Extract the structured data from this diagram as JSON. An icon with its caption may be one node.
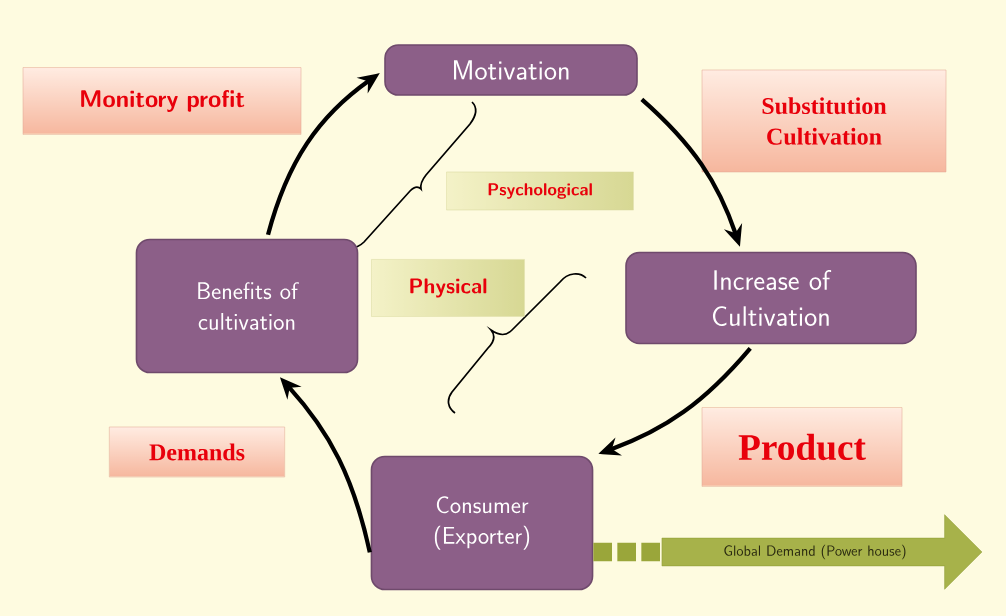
{
  "diagram": {
    "nodes": [
      {
        "text": [
          "Motivation"
        ]
      },
      {
        "text": [
          "Increase of Cultivation"
        ]
      },
      {
        "text": [
          "Consumer (Exporter)"
        ]
      },
      {
        "text": [
          "Benefits of cultivation"
        ]
      },
      {
        "text": [
          "Monitory profit"
        ]
      },
      {
        "text": [
          "Substitution Cultivation"
        ]
      },
      {
        "text": [
          "Product"
        ]
      },
      {
        "text": [
          "Demands"
        ]
      },
      {
        "text": [
          "Psychological"
        ]
      },
      {
        "text": [
          "Physical"
        ]
      },
      {
        "text": [
          "Global Demand  (Power house)"
        ]
      }
    ],
    "edges": [
      {
        "from": 3,
        "to": 0,
        "arrow": "to"
      },
      {
        "from": 0,
        "to": 1,
        "arrow": "to"
      },
      {
        "from": 1,
        "to": 2,
        "arrow": "to"
      },
      {
        "from": 2,
        "to": 3,
        "arrow": "to"
      },
      {
        "from": 2,
        "to": 10,
        "arrow": "none",
        "style": "dashed",
        "color": "#9aa63a"
      }
    ]
  }
}
